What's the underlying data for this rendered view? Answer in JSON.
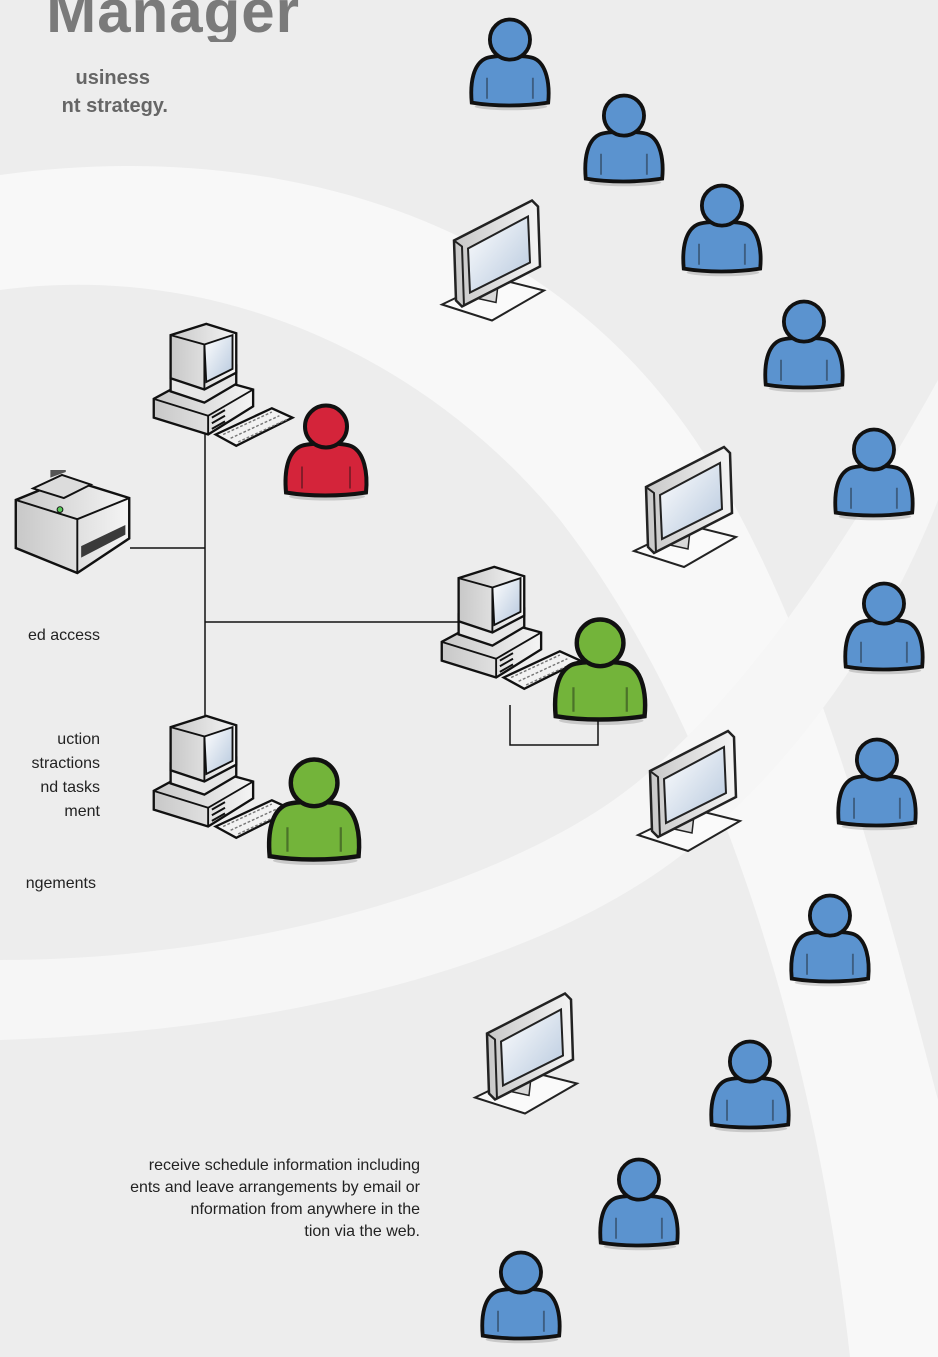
{
  "header": {
    "title": "Manager",
    "subtitle_lines": [
      "usiness",
      "nt strategy."
    ]
  },
  "left_text": {
    "line1": "ed access",
    "list": [
      "uction",
      "stractions",
      "nd tasks",
      "ment",
      "",
      "ngements"
    ]
  },
  "bottom_text": {
    "lines": [
      "receive schedule information including",
      "ents and leave arrangements by email or",
      "nformation from anywhere in the",
      "tion via the web."
    ]
  },
  "colors": {
    "user_blue": "#5b93cf",
    "user_red": "#e8202a",
    "user_green": "#6fb82c",
    "outline": "#111111",
    "background": "#ededed"
  },
  "icons": {
    "users": "user-icon",
    "monitors": "monitor-icon",
    "workstations": "workstation-icon",
    "printer": "fax-printer-icon"
  }
}
